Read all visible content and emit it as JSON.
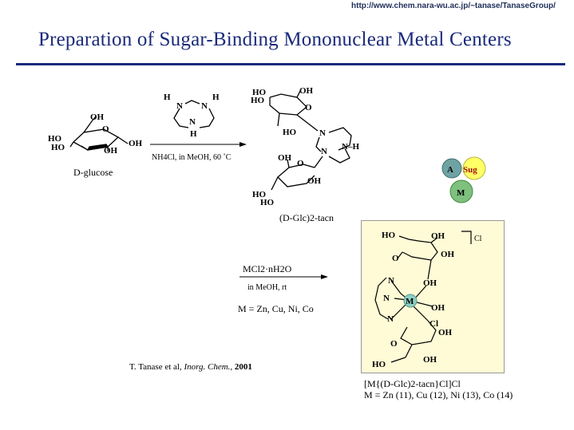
{
  "header": {
    "url": "http://www.chem.nara-wu.ac.jp/~tanase/TanaseGroup/",
    "title": "Preparation of Sugar-Binding Mononuclear Metal Centers"
  },
  "scheme": {
    "glucose": {
      "name": "D-glucose",
      "labels": [
        "OH",
        "O",
        "HO",
        "HO",
        "OH",
        "OH"
      ]
    },
    "tacn": {
      "atoms": [
        "H",
        "H",
        "N",
        "N",
        "N",
        "H"
      ]
    },
    "step1": {
      "conditions": "NH4Cl, in MeOH, 60 ˚C"
    },
    "product1": {
      "name": "(D-Glc)2-tacn",
      "labels": [
        "HO",
        "HO",
        "OH",
        "O",
        "HO",
        "N",
        "N–H",
        "N",
        "OH",
        "O",
        "OH",
        "HO",
        "HO"
      ]
    },
    "legend": {
      "A": "A",
      "Sug": "Sug",
      "M": "M",
      "colors": {
        "A": "#6fa3a3",
        "Sug": "#ffff66",
        "M": "#7ec07e"
      }
    },
    "step2": {
      "reagent": "MCl2·nH2O",
      "conditions": "in MeOH, rt",
      "metals": "M = Zn, Cu, Ni, Co"
    },
    "complex": {
      "labels": [
        "HO",
        "OH",
        "Cl",
        "O",
        "OH",
        "N",
        "OH",
        "N",
        "M",
        "OH",
        "N",
        "Cl",
        "OH",
        "O",
        "OH",
        "HO"
      ],
      "formula_line1": "[M{(D-Glc)2-tacn}Cl]Cl",
      "formula_line2": "M = Zn (11), Cu (12), Ni (13), Co (14)"
    },
    "citation": {
      "authors": "T. Tanase et al,",
      "journal": "Inorg. Chem.,",
      "year": "2001"
    }
  }
}
